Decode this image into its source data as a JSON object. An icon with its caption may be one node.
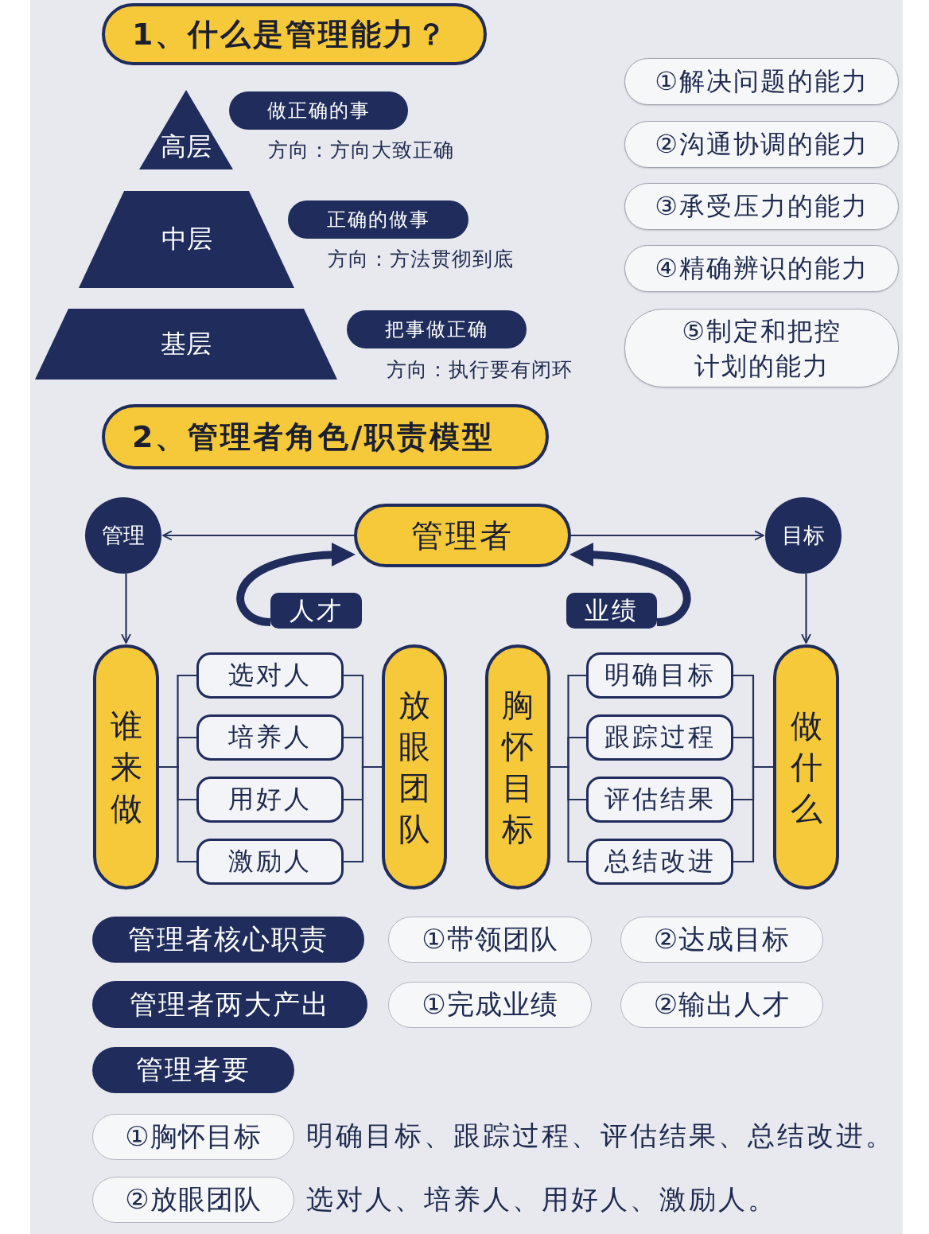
{
  "diagram": {
    "nodes": [
      {
        "text": [
          "1、什么是管理能力？"
        ]
      },
      {
        "text": [
          "高层"
        ]
      },
      {
        "text": [
          "做正确的事"
        ],
        "beside": [
          "方向：方向大致正确"
        ]
      },
      {
        "text": [
          "中层"
        ]
      },
      {
        "text": [
          "正确的做事"
        ],
        "beside": [
          "方向：方法贯彻到底"
        ]
      },
      {
        "text": [
          "基层"
        ]
      },
      {
        "text": [
          "把事做正确"
        ],
        "beside": [
          "方向：执行要有闭环"
        ]
      },
      {
        "text": [
          "①解决问题的能力"
        ]
      },
      {
        "text": [
          "②沟通协调的能力"
        ]
      },
      {
        "text": [
          "③承受压力的能力"
        ]
      },
      {
        "text": [
          "④精确辨识的能力"
        ]
      },
      {
        "text": [
          "⑤制定和把控计划的能力"
        ]
      },
      {
        "text": [
          "2、管理者角色/职责模型"
        ]
      },
      {
        "text": [
          "管理"
        ]
      },
      {
        "text": [
          "管理者"
        ]
      },
      {
        "text": [
          "目标"
        ]
      },
      {
        "text": [
          "人才"
        ]
      },
      {
        "text": [
          "业绩"
        ]
      },
      {
        "text": [
          "谁来做"
        ]
      },
      {
        "text": [
          "选对人"
        ]
      },
      {
        "text": [
          "培养人"
        ]
      },
      {
        "text": [
          "用好人"
        ]
      },
      {
        "text": [
          "激励人"
        ]
      },
      {
        "text": [
          "放眼团队"
        ]
      },
      {
        "text": [
          "胸怀目标"
        ]
      },
      {
        "text": [
          "明确目标"
        ]
      },
      {
        "text": [
          "跟踪过程"
        ]
      },
      {
        "text": [
          "评估结果"
        ]
      },
      {
        "text": [
          "总结改进"
        ]
      },
      {
        "text": [
          "做什么"
        ]
      },
      {
        "text": [
          "管理者核心职责"
        ]
      },
      {
        "text": [
          "①带领团队"
        ]
      },
      {
        "text": [
          "②达成目标"
        ]
      },
      {
        "text": [
          "管理者两大产出"
        ]
      },
      {
        "text": [
          "①完成业绩"
        ]
      },
      {
        "text": [
          "②输出人才"
        ]
      },
      {
        "text": [
          "管理者要"
        ]
      },
      {
        "text": [
          "①胸怀目标"
        ],
        "beside": [
          "明确目标、跟踪过程、评估结果、总结改进。"
        ]
      },
      {
        "text": [
          "②放眼团队"
        ],
        "beside": [
          "选对人、培养人、用好人、激励人。"
        ]
      }
    ],
    "edges": [
      {
        "from": 14,
        "to": 13,
        "arrow": "to"
      },
      {
        "from": 14,
        "to": 15,
        "arrow": "to"
      },
      {
        "from": 13,
        "to": 18,
        "arrow": "to"
      },
      {
        "from": 15,
        "to": 29,
        "arrow": "to"
      },
      {
        "from": 16,
        "to": 14,
        "arrow": "to",
        "style": "thick"
      },
      {
        "from": 17,
        "to": 14,
        "arrow": "to",
        "style": "thick"
      },
      {
        "from": 18,
        "to": 19,
        "arrow": "none"
      },
      {
        "from": 18,
        "to": 20,
        "arrow": "none"
      },
      {
        "from": 18,
        "to": 21,
        "arrow": "none"
      },
      {
        "from": 18,
        "to": 22,
        "arrow": "none"
      },
      {
        "from": 19,
        "to": 23,
        "arrow": "none"
      },
      {
        "from": 20,
        "to": 23,
        "arrow": "none"
      },
      {
        "from": 21,
        "to": 23,
        "arrow": "none"
      },
      {
        "from": 22,
        "to": 23,
        "arrow": "none"
      },
      {
        "from": 24,
        "to": 25,
        "arrow": "none"
      },
      {
        "from": 24,
        "to": 26,
        "arrow": "none"
      },
      {
        "from": 24,
        "to": 27,
        "arrow": "none"
      },
      {
        "from": 24,
        "to": 28,
        "arrow": "none"
      },
      {
        "from": 25,
        "to": 29,
        "arrow": "none"
      },
      {
        "from": 26,
        "to": 29,
        "arrow": "none"
      },
      {
        "from": 27,
        "to": 29,
        "arrow": "none"
      },
      {
        "from": 28,
        "to": 29,
        "arrow": "none"
      }
    ]
  }
}
